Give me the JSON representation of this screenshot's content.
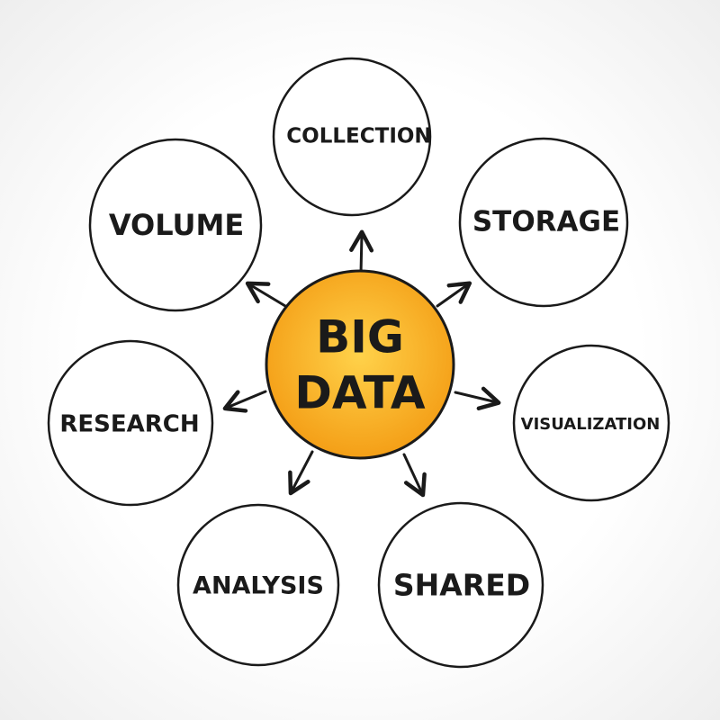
{
  "center": {
    "line1": "BIG",
    "line2": "DATA"
  },
  "nodes": [
    {
      "label": "COLLECTION"
    },
    {
      "label": "STORAGE"
    },
    {
      "label": "VISUALIZATION"
    },
    {
      "label": "SHARED"
    },
    {
      "label": "ANALYSIS"
    },
    {
      "label": "RESEARCH"
    },
    {
      "label": "VOLUME"
    }
  ],
  "colors": {
    "center_fill_inner": "#ffd24a",
    "center_fill_outer": "#f39a12",
    "stroke": "#1a1a1a",
    "node_fill": "#ffffff"
  }
}
